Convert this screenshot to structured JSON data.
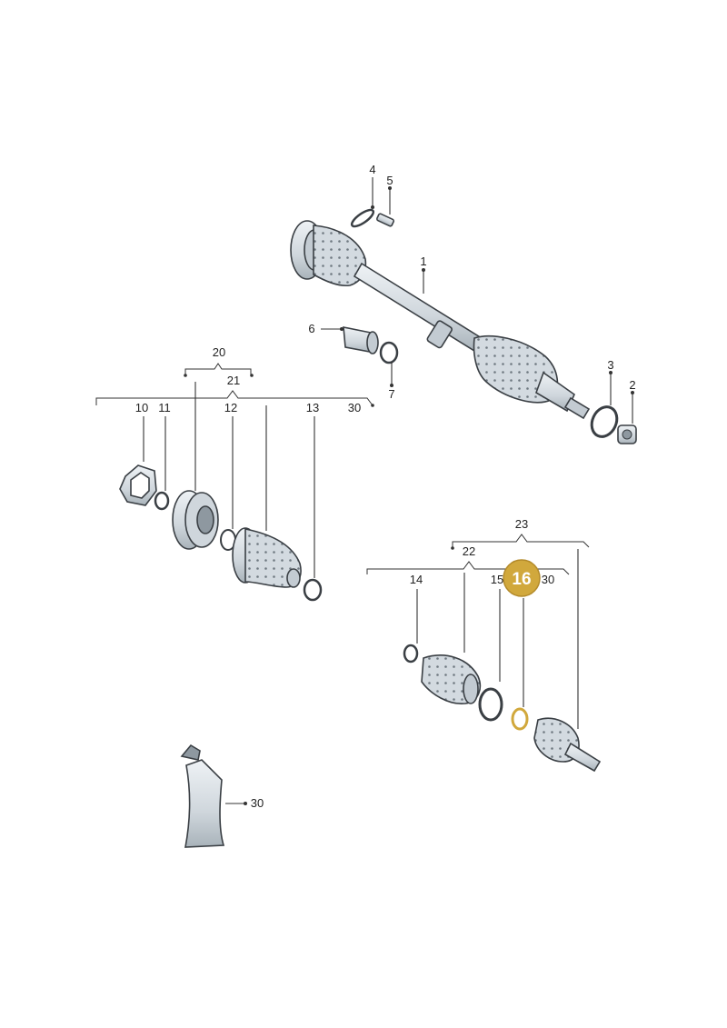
{
  "labels": {
    "l1": "1",
    "l2": "2",
    "l3": "3",
    "l4": "4",
    "l5": "5",
    "l6": "6",
    "l7": "7",
    "l10": "10",
    "l11": "11",
    "l12": "12",
    "l13": "13",
    "l14": "14",
    "l15": "15",
    "l16": "16",
    "l20": "20",
    "l21": "21",
    "l22": "22",
    "l23": "23",
    "l30a": "30",
    "l30b": "30",
    "l30c": "30"
  },
  "highlight": {
    "label": "16",
    "color": "#c9a23a"
  },
  "colors": {
    "part_fill": "#dde3e8",
    "part_shade": "#b9c2c9",
    "part_dark": "#8e98a0",
    "outline": "#3a3f44",
    "line": "#333333",
    "highlight_ring": "#d1a83c"
  }
}
